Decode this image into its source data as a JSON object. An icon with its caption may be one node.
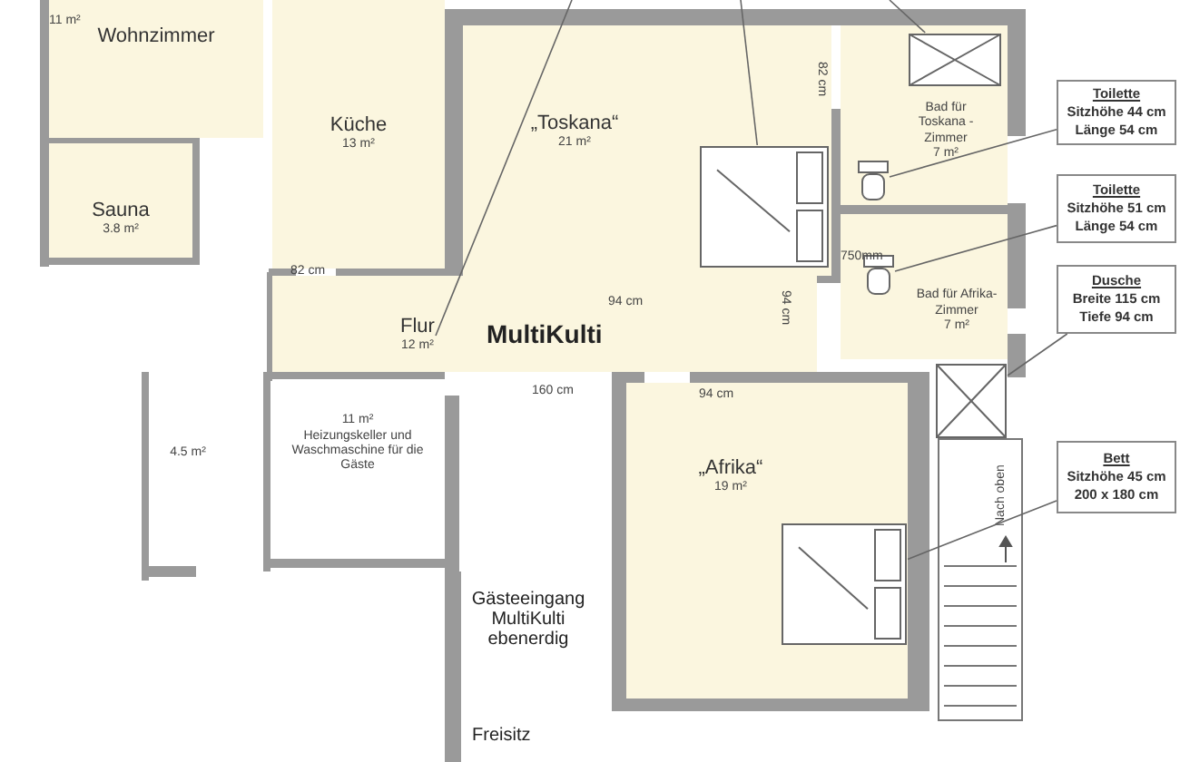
{
  "diagram": {
    "nodes": [
      {
        "text": [
          "Wohnzimmer"
        ]
      },
      {
        "text": [
          "Sauna",
          "3.8 m²"
        ]
      },
      {
        "text": [
          "Küche",
          "13 m²"
        ]
      },
      {
        "text": [
          "„Toskana“",
          "21 m²"
        ]
      },
      {
        "text": [
          "Bad für Toskana -Zimmer",
          "7 m²"
        ]
      },
      {
        "text": [
          "Flur",
          "12 m²"
        ]
      },
      {
        "text": [
          "Bad für Afrika-Zimmer",
          "7 m²"
        ]
      },
      {
        "text": [
          "4.5 m²"
        ]
      },
      {
        "text": [
          "11 m²",
          "Heizungskeller und Waschmaschine für die Gäste"
        ]
      },
      {
        "text": [
          "„Afrika“",
          "19 m²"
        ]
      },
      {
        "text": [
          "Toilette",
          "Sitzhöhe 44 cm Länge 54 cm"
        ]
      },
      {
        "text": [
          "Toilette",
          "Sitzhöhe 51 cm Länge 54 cm"
        ]
      },
      {
        "text": [
          "Dusche",
          "Breite 115 cm Tiefe 94 cm"
        ]
      },
      {
        "text": [
          "Bett",
          "Sitzhöhe 45 cm 200 x 180 cm"
        ]
      },
      {
        "text": [],
        "shape": "box",
        "in": 4
      },
      {
        "text": [],
        "shape": "box",
        "in": 6
      },
      {
        "text": [],
        "shape": "box"
      },
      {
        "text": [],
        "shape": "box",
        "in": 9
      },
      {
        "text": [],
        "shape": "box",
        "in": 3
      },
      {
        "text": [],
        "shape": "box",
        "in": 4
      }
    ],
    "edges": [
      {
        "from": 10,
        "to": 14,
        "arrow": "none"
      },
      {
        "from": 11,
        "to": 15,
        "arrow": "none"
      },
      {
        "from": 12,
        "to": 16,
        "arrow": "none"
      },
      {
        "from": 13,
        "to": 17,
        "arrow": "none"
      },
      {
        "from": null,
        "to": 18,
        "arrow": "none"
      },
      {
        "from": null,
        "to": 19,
        "arrow": "none"
      },
      {
        "from": null,
        "to": 5,
        "arrow": "none"
      }
    ],
    "labels": [
      "11 m²",
      "MultiKulti",
      "82 cm",
      "94 cm",
      "82 cm",
      "750mm",
      "94 cm",
      "160 cm",
      "94 cm",
      "Gästeeingang MultiKulti ebenerdig",
      "Nach oben",
      "Freisitz"
    ]
  }
}
